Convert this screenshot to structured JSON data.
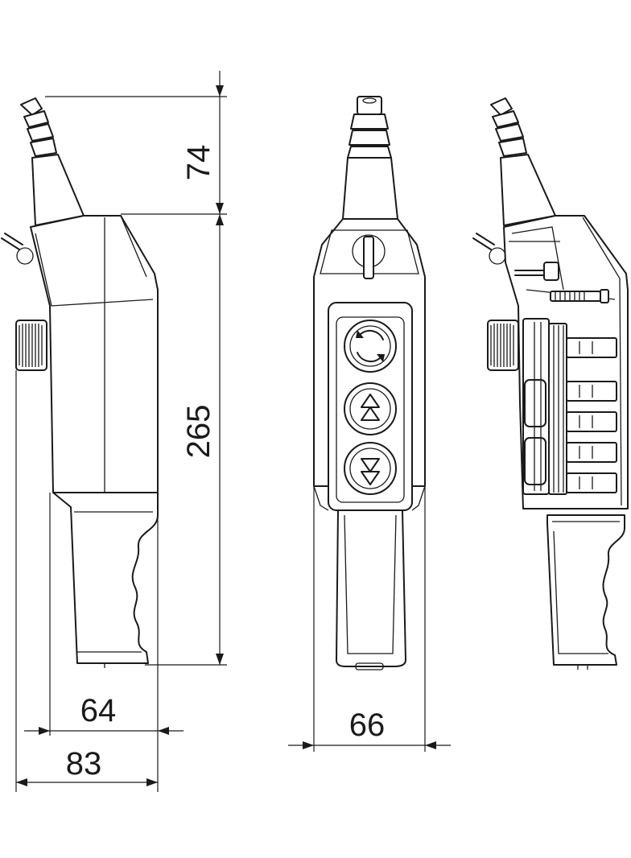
{
  "dimensions": {
    "d74": "74",
    "d265": "265",
    "d64": "64",
    "d83": "83",
    "d66": "66"
  },
  "views": [
    "side-view",
    "front-view",
    "section-view"
  ],
  "buttons": [
    "rotate-icon",
    "up-arrow-icon",
    "down-arrow-icon"
  ],
  "line_color": "#1a1a1a",
  "background": "#ffffff"
}
